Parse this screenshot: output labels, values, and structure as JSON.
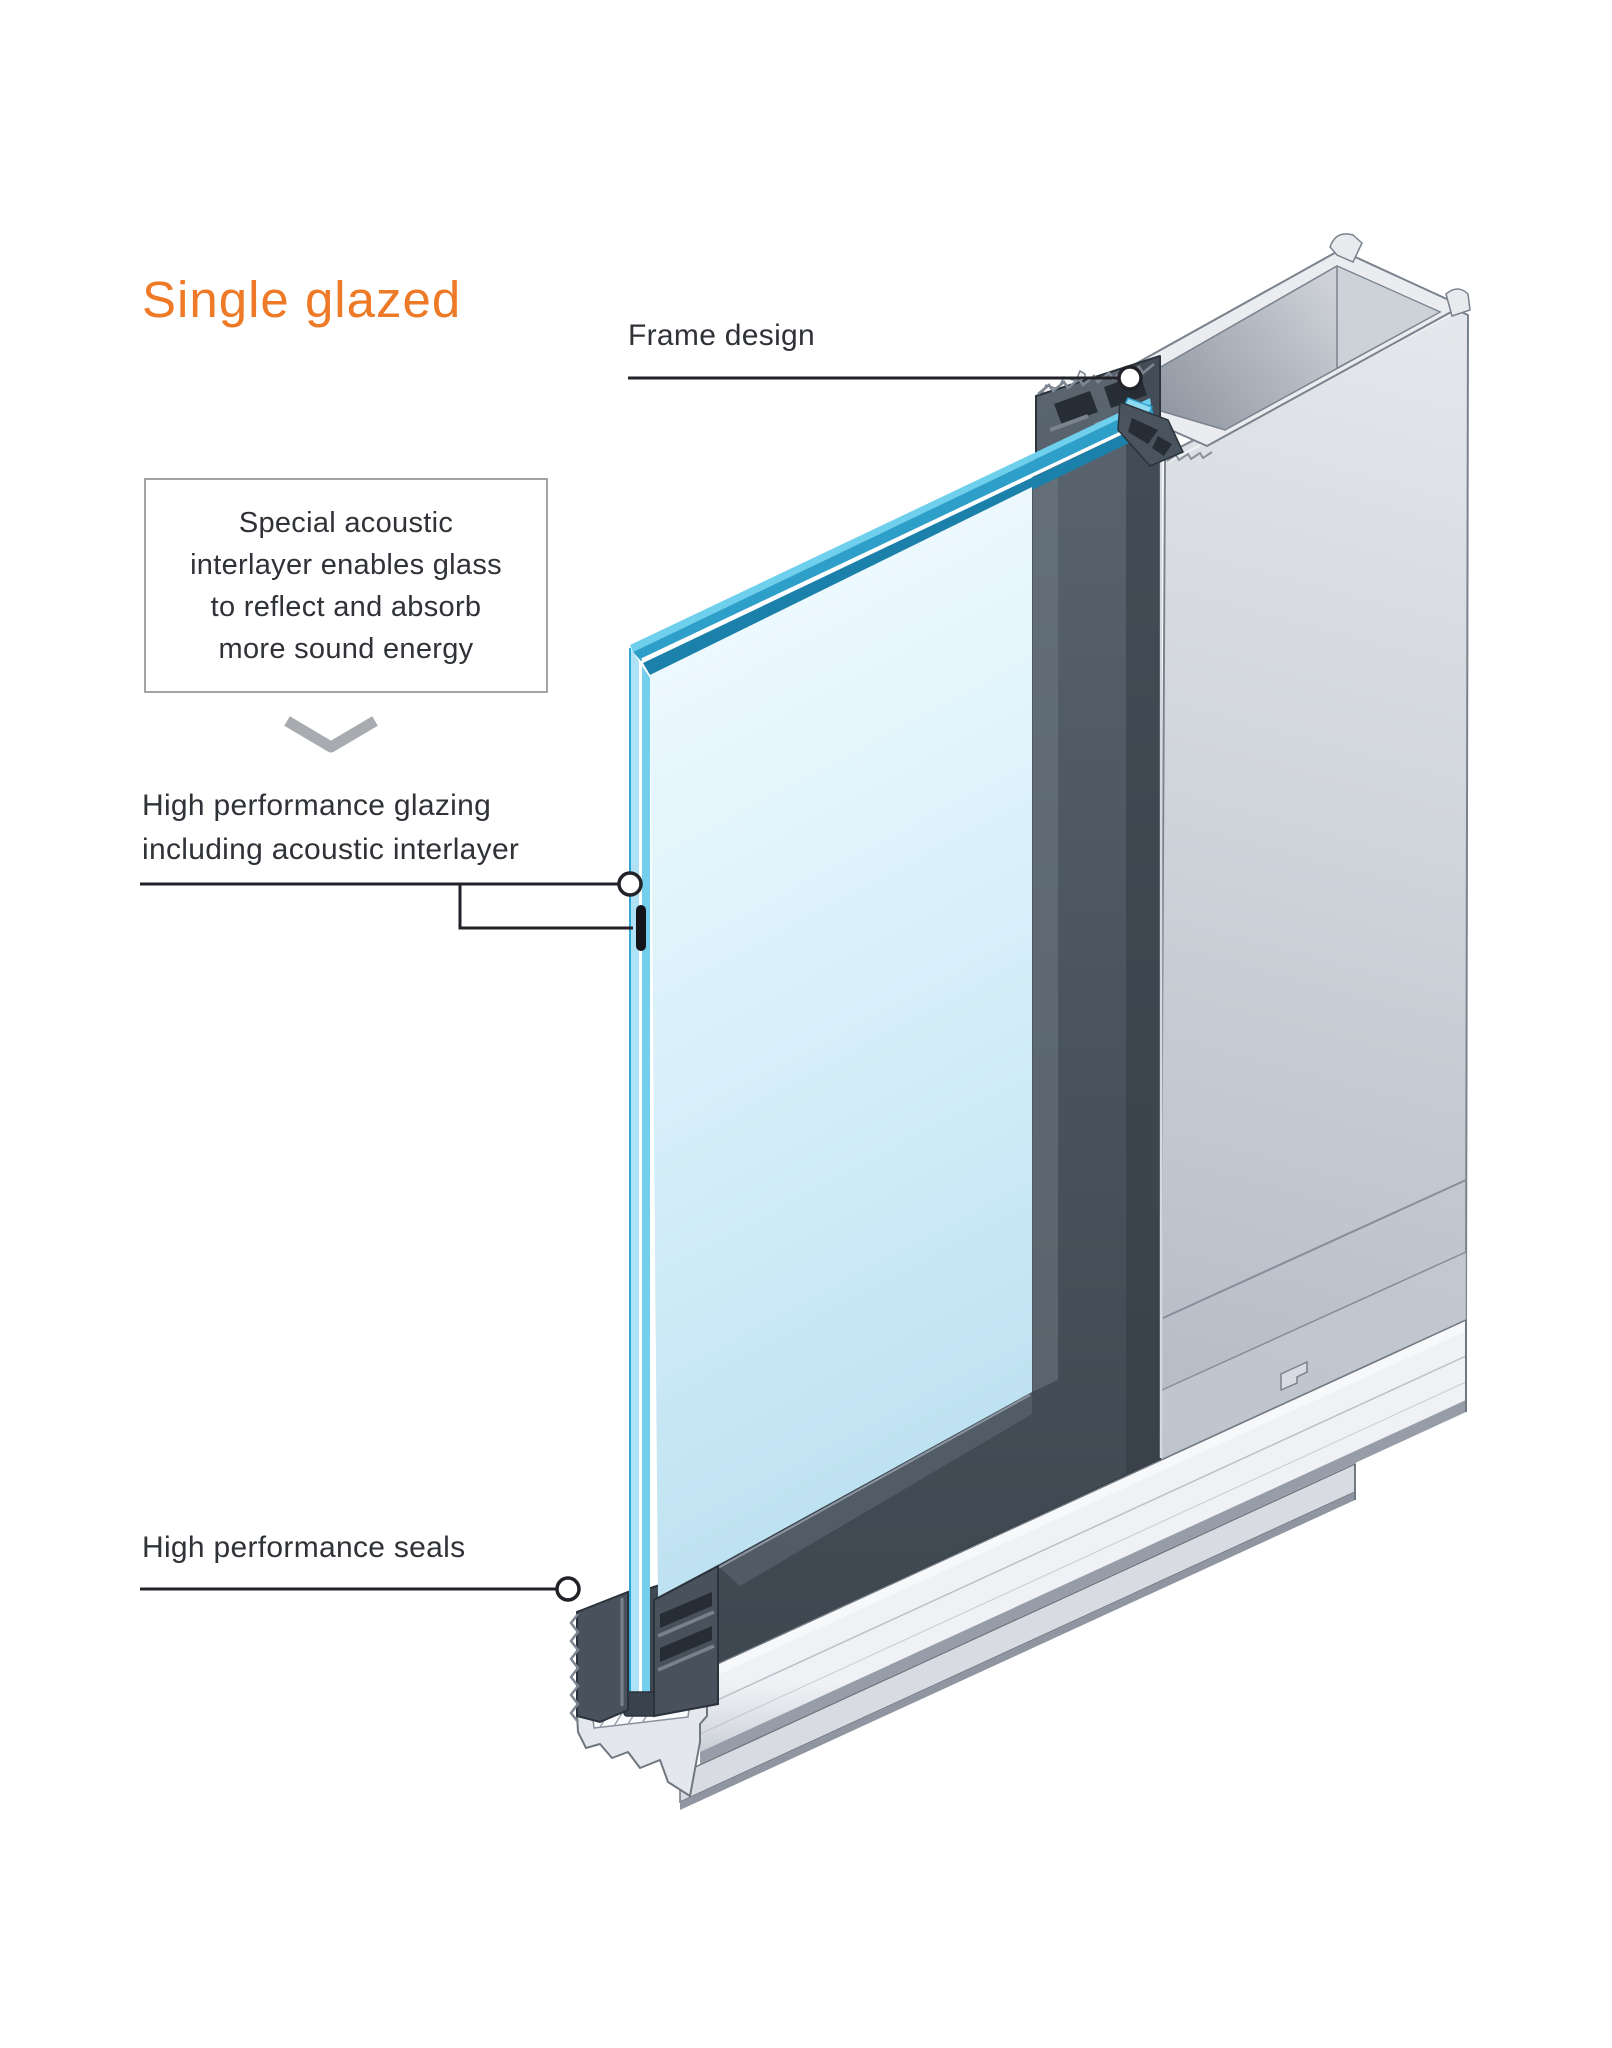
{
  "page": {
    "title_text": "Single glazed"
  },
  "colors": {
    "accent_orange": "#EE7A28",
    "text_dark": "#2F3237",
    "leader_line": "#222228",
    "callout_border": "#A3A3A3",
    "chevron_gray": "#A8ABAF",
    "glass_face_blue": "#D8F0FA",
    "glass_edge_cyan": "#74CFEE",
    "interlayer_white": "#FFFFFF",
    "frame_slate": "#49525C",
    "aluminum_light": "#E8EAEE",
    "aluminum_mid": "#C4C9D1"
  },
  "annotations": {
    "frame_design": {
      "label": "Frame design"
    },
    "acoustic_callout": {
      "lines": [
        "Special acoustic",
        "interlayer enables glass",
        "to reflect and absorb",
        "more sound energy"
      ]
    },
    "glazing": {
      "line1": "High performance glazing",
      "line2": "including acoustic interlayer"
    },
    "seals": {
      "label": "High performance seals"
    }
  },
  "icons": {
    "chevron_down": "chevron-down-icon",
    "leader_dot": "circle-marker",
    "interlayer_tick": "interlayer-bar-marker"
  },
  "illustration": {
    "description": "Isometric cutaway of a single glazed aluminium window: head profile, acoustic laminated glass, slate gaskets, mullion and sill"
  }
}
